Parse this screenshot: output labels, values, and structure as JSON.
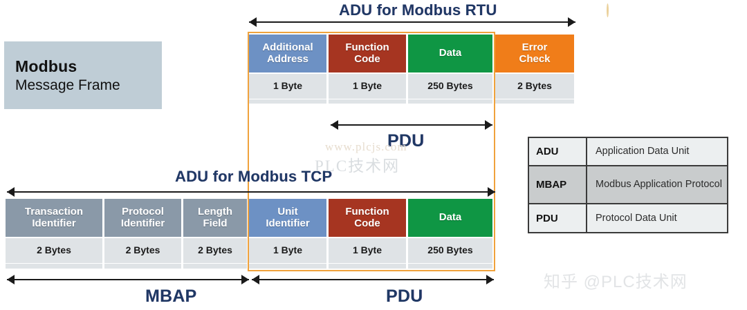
{
  "title_box": {
    "line1": "Modbus",
    "line2": "Message Frame"
  },
  "rtu": {
    "span_label": "ADU for Modbus RTU",
    "fields": [
      {
        "name": "Additional Address",
        "name_l1": "Additional",
        "name_l2": "Address",
        "size": "1 Byte",
        "color": "#6d91c4"
      },
      {
        "name": "Function Code",
        "name_l1": "Function",
        "name_l2": "Code",
        "size": "1 Byte",
        "color": "#a63521"
      },
      {
        "name": "Data",
        "name_l1": "Data",
        "name_l2": "",
        "size": "250 Bytes",
        "color": "#0f9644"
      },
      {
        "name": "Error Check",
        "name_l1": "Error",
        "name_l2": "Check",
        "size": "2 Bytes",
        "color": "#f07d19"
      }
    ],
    "pdu_label": "PDU"
  },
  "tcp": {
    "span_label": "ADU for Modbus TCP",
    "fields": [
      {
        "name": "Transaction Identifier",
        "name_l1": "Transaction",
        "name_l2": "Identifier",
        "size": "2 Bytes",
        "color": "#8a99a8"
      },
      {
        "name": "Protocol Identifier",
        "name_l1": "Protocol",
        "name_l2": "Identifier",
        "size": "2 Bytes",
        "color": "#8a99a8"
      },
      {
        "name": "Length Field",
        "name_l1": "Length",
        "name_l2": "Field",
        "size": "2 Bytes",
        "color": "#8a99a8"
      },
      {
        "name": "Unit Identifier",
        "name_l1": "Unit",
        "name_l2": "Identifier",
        "size": "1 Byte",
        "color": "#6d91c4"
      },
      {
        "name": "Function Code",
        "name_l1": "Function",
        "name_l2": "Code",
        "size": "1 Byte",
        "color": "#a63521"
      },
      {
        "name": "Data",
        "name_l1": "Data",
        "name_l2": "",
        "size": "250 Bytes",
        "color": "#0f9644"
      }
    ],
    "mbap_label": "MBAP",
    "pdu_label": "PDU"
  },
  "legend": {
    "rows": [
      {
        "key": "ADU",
        "value": "Application Data Unit"
      },
      {
        "key": "MBAP",
        "value": "Modbus Application Protocol"
      },
      {
        "key": "PDU",
        "value": "Protocol Data Unit"
      }
    ]
  },
  "watermark": {
    "url": "www.plcjs.com",
    "site": "PLC技术网",
    "credit": "知乎 @PLC技术网"
  },
  "colors": {
    "title_blue": "#1f3864",
    "blue": "#6d91c4",
    "red": "#a63521",
    "green": "#0f9644",
    "orange": "#f07d19",
    "gray": "#8a99a8",
    "subrow": "#dfe3e6",
    "titlebox": "#bfcdd6",
    "highlight": "#f0a23c"
  }
}
